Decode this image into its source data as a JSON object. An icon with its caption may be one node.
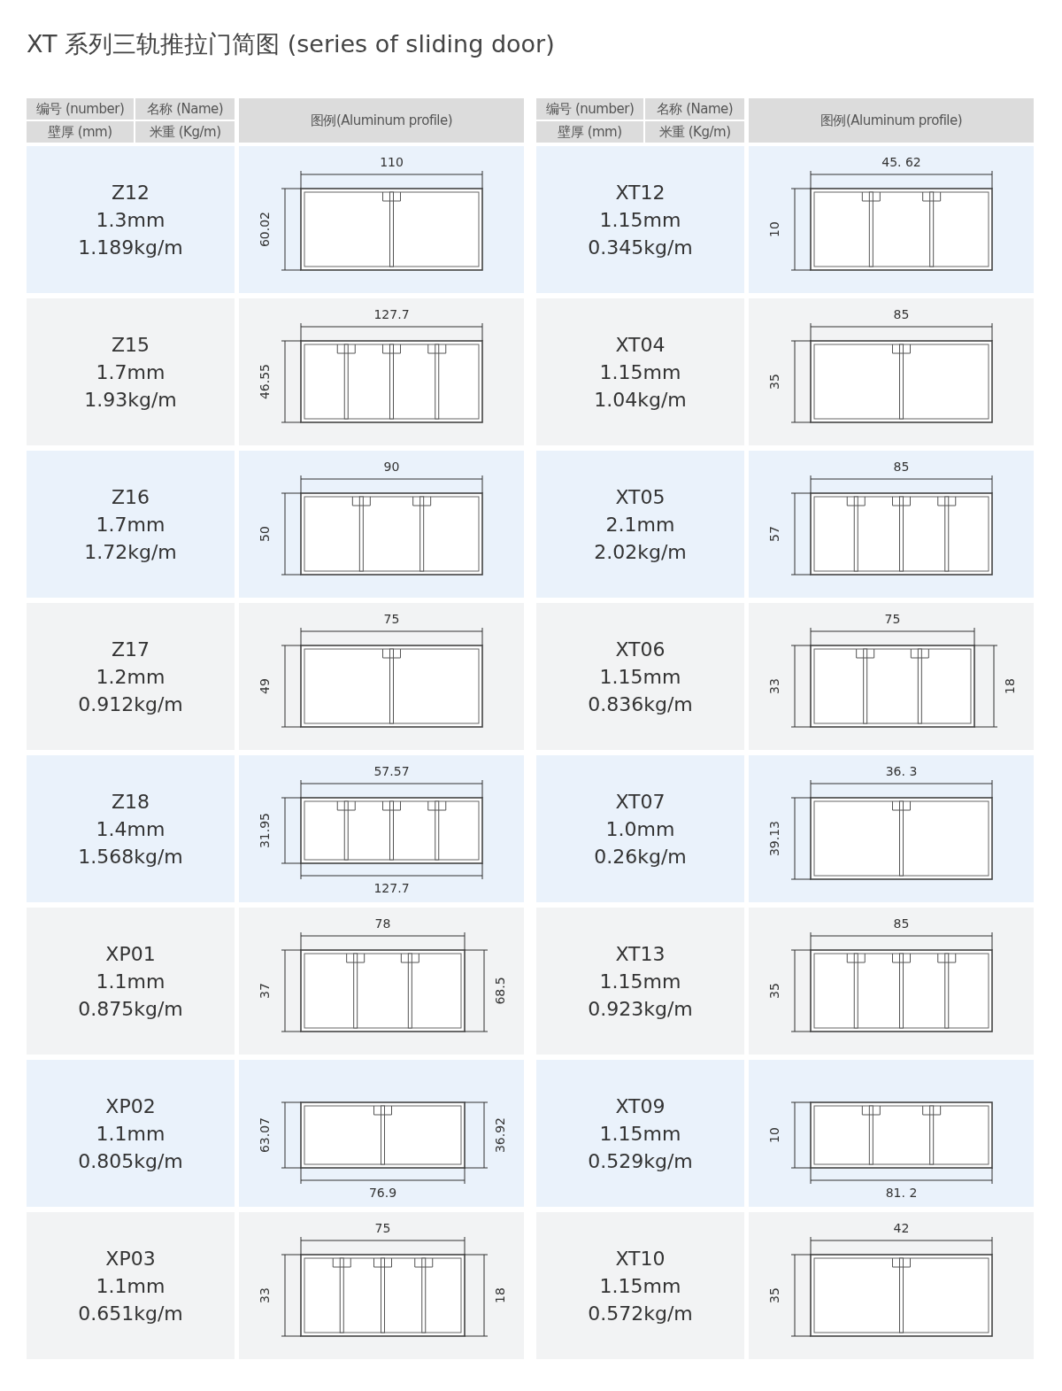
{
  "diagram": {
    "title": "XT 系列三轨推拉门简图 (series of sliding door)",
    "labels": [
      "编号 (number)",
      "名称 (Name)",
      "图例(Aluminum profile)",
      "编号 (number)",
      "名称 (Name)",
      "图例(Aluminum profile)",
      "壁厚 (mm)",
      "米重 (Kg/m)",
      "壁厚 (mm)",
      "米重 (Kg/m)",
      "Z12",
      "1.3mm",
      "1.189kg/m",
      "110",
      "60.02",
      "XT12",
      "1.15mm",
      "0.345kg/m",
      "45. 62",
      "10",
      "Z15",
      "1.7mm",
      "1.93kg/m",
      "127.7",
      "46.55",
      "XT04",
      "1.15mm",
      "1.04kg/m",
      "85",
      "35",
      "Z16",
      "1.7mm",
      "1.72kg/m",
      "90",
      "50",
      "XT05",
      "2.1mm",
      "2.02kg/m",
      "85",
      "57",
      "Z17",
      "1.2mm",
      "0.912kg/m",
      "75",
      "49",
      "XT06",
      "1.15mm",
      "0.836kg/m",
      "75",
      "33",
      "18",
      "Z18",
      "1.4mm",
      "1.568kg/m",
      "57.57",
      "31.95",
      "127.7",
      "XT07",
      "1.0mm",
      "0.26kg/m",
      "36. 3",
      "39.13",
      "XP01",
      "1.1mm",
      "0.875kg/m",
      "78",
      "37",
      "68.5",
      "XT13",
      "1.15mm",
      "0.923kg/m",
      "85",
      "35",
      "XP02",
      "1.1mm",
      "0.805kg/m",
      "63.07",
      "36.92",
      "76.9",
      "XT09",
      "1.15mm",
      "0.529kg/m",
      "10",
      "81. 2",
      "XP03",
      "1.1mm",
      "0.651kg/m",
      "75",
      "33",
      "18",
      "XT10",
      "1.15mm",
      "0.572kg/m",
      "42",
      "35"
    ]
  }
}
